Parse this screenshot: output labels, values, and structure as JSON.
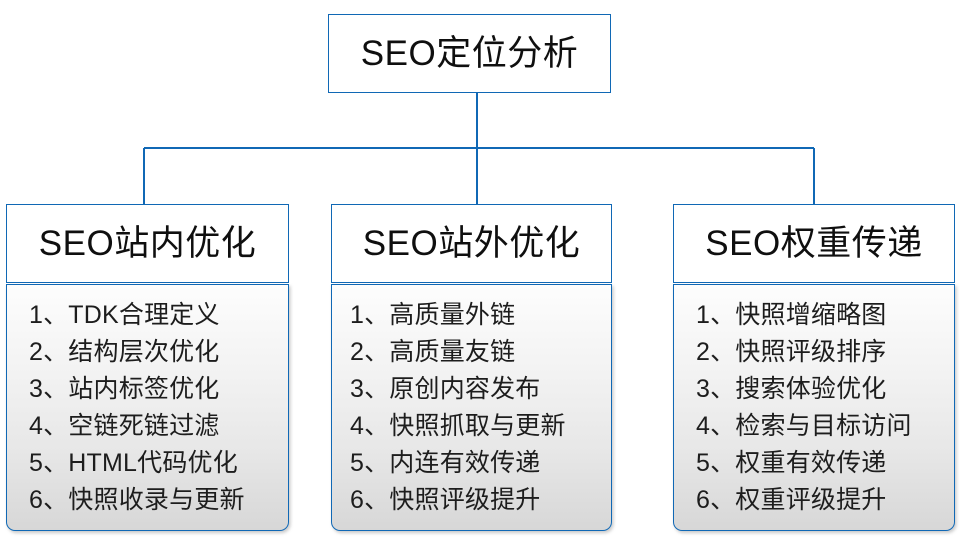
{
  "diagram": {
    "type": "organizational-tree",
    "title": "SEO定位分析",
    "accent_color": "#1068b5",
    "text_color": "#1a1a1a",
    "background_color": "#ffffff",
    "panel_gradient_from": "#fdfdfd",
    "panel_gradient_to": "#d7d7d7",
    "root": {
      "label": "SEO定位分析"
    },
    "branches": [
      {
        "header": "SEO站内优化",
        "items": [
          "1、TDK合理定义",
          "2、结构层次优化",
          "3、站内标签优化",
          "4、空链死链过滤",
          "5、HTML代码优化",
          "6、快照收录与更新"
        ]
      },
      {
        "header": "SEO站外优化",
        "items": [
          "1、高质量外链",
          "2、高质量友链",
          "3、原创内容发布",
          "4、快照抓取与更新",
          "5、内连有效传递",
          "6、快照评级提升"
        ]
      },
      {
        "header": "SEO权重传递",
        "items": [
          "1、快照增缩略图",
          "2、快照评级排序",
          "3、搜索体验优化",
          "4、检索与目标访问",
          "5、权重有效传递",
          "6、权重评级提升"
        ]
      }
    ]
  }
}
